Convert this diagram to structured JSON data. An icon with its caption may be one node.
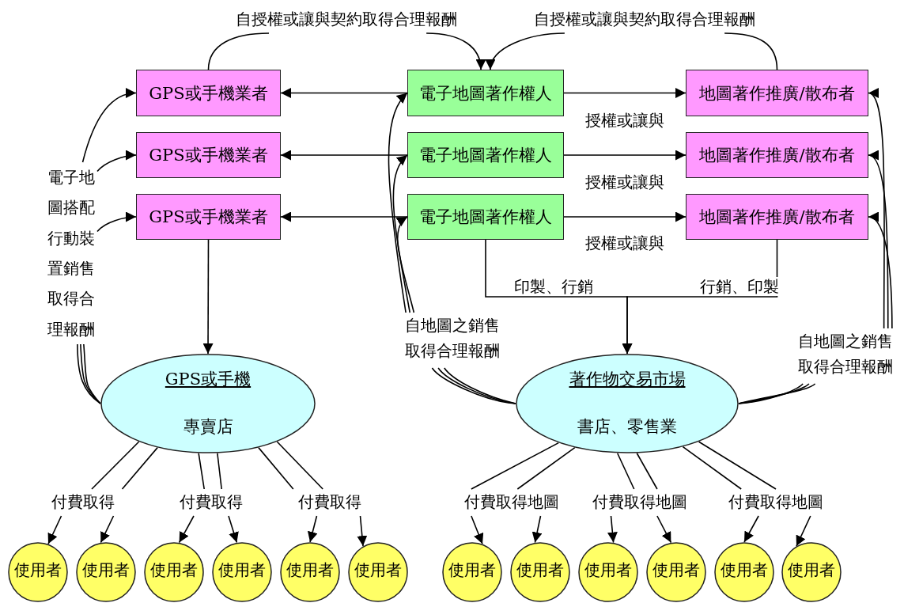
{
  "diagram": {
    "nodes": [
      {
        "text": [
          "GPS或手機業者"
        ]
      },
      {
        "text": [
          "GPS或手機業者"
        ]
      },
      {
        "text": [
          "GPS或手機業者"
        ]
      },
      {
        "text": [
          "電子地圖著作權人"
        ]
      },
      {
        "text": [
          "電子地圖著作權人"
        ]
      },
      {
        "text": [
          "電子地圖著作權人"
        ]
      },
      {
        "text": [
          "地圖著作推廣/散布者"
        ]
      },
      {
        "text": [
          "地圖著作推廣/散布者"
        ]
      },
      {
        "text": [
          "地圖著作推廣/散布者"
        ]
      },
      {
        "text": [
          "GPS或手機",
          "專賣店"
        ]
      },
      {
        "text": [
          "著作物交易市場",
          "書店、零售業"
        ]
      },
      {
        "text": [
          "使用者"
        ]
      },
      {
        "text": [
          "使用者"
        ]
      },
      {
        "text": [
          "使用者"
        ]
      },
      {
        "text": [
          "使用者"
        ]
      },
      {
        "text": [
          "使用者"
        ]
      },
      {
        "text": [
          "使用者"
        ]
      },
      {
        "text": [
          "使用者"
        ]
      },
      {
        "text": [
          "使用者"
        ]
      },
      {
        "text": [
          "使用者"
        ]
      },
      {
        "text": [
          "使用者"
        ]
      },
      {
        "text": [
          "使用者"
        ]
      },
      {
        "text": [
          "使用者"
        ]
      },
      {
        "text": [
          "自授權或讓與契約取得合理報酬"
        ]
      },
      {
        "text": [
          "自授權或讓與契約取得合理報酬"
        ]
      },
      {
        "text": [
          "電子地圖搭配行動裝置銷售取得合理報酬"
        ]
      },
      {
        "text": [
          "自地圖之銷售取得合理報酬"
        ]
      },
      {
        "text": [
          "自地圖之銷售取得合理報酬"
        ]
      },
      {
        "text": [
          "付費取得"
        ]
      },
      {
        "text": [
          "付費取得"
        ]
      },
      {
        "text": [
          "付費取得"
        ]
      },
      {
        "text": [
          "付費取得地圖"
        ]
      },
      {
        "text": [
          "付費取得地圖"
        ]
      },
      {
        "text": [
          "付費取得地圖"
        ]
      }
    ],
    "edges": [
      {
        "from": 3,
        "to": 0,
        "arrow": "to"
      },
      {
        "from": 4,
        "to": 1,
        "arrow": "to"
      },
      {
        "from": 5,
        "to": 2,
        "arrow": "to"
      },
      {
        "from": 3,
        "to": 6,
        "arrow": "to",
        "label": "授權或讓與"
      },
      {
        "from": 4,
        "to": 7,
        "arrow": "to",
        "label": "授權或讓與"
      },
      {
        "from": 5,
        "to": 8,
        "arrow": "to",
        "label": "授權或讓與"
      },
      {
        "from": 2,
        "to": 9,
        "arrow": "to"
      },
      {
        "from": 5,
        "to": 10,
        "arrow": "to",
        "label": "印製、行銷"
      },
      {
        "from": 8,
        "to": 10,
        "arrow": "to",
        "label": "行銷、印製"
      },
      {
        "from": 0,
        "to": 23,
        "arrow": "none"
      },
      {
        "from": 23,
        "to": 3,
        "arrow": "to"
      },
      {
        "from": 6,
        "to": 24,
        "arrow": "none"
      },
      {
        "from": 24,
        "to": 3,
        "arrow": "to"
      },
      {
        "from": 25,
        "to": 0,
        "arrow": "to"
      },
      {
        "from": 25,
        "to": 1,
        "arrow": "to"
      },
      {
        "from": 25,
        "to": 2,
        "arrow": "to"
      },
      {
        "from": 9,
        "to": 25,
        "arrow": "none"
      },
      {
        "from": 9,
        "to": 25,
        "arrow": "none"
      },
      {
        "from": 9,
        "to": 25,
        "arrow": "none"
      },
      {
        "from": 26,
        "to": 3,
        "arrow": "to"
      },
      {
        "from": 26,
        "to": 4,
        "arrow": "to"
      },
      {
        "from": 26,
        "to": 5,
        "arrow": "to"
      },
      {
        "from": 10,
        "to": 26,
        "arrow": "none"
      },
      {
        "from": 10,
        "to": 26,
        "arrow": "none"
      },
      {
        "from": 10,
        "to": 26,
        "arrow": "none"
      },
      {
        "from": 27,
        "to": 6,
        "arrow": "to"
      },
      {
        "from": 27,
        "to": 7,
        "arrow": "to"
      },
      {
        "from": 27,
        "to": 8,
        "arrow": "to"
      },
      {
        "from": 10,
        "to": 27,
        "arrow": "none"
      },
      {
        "from": 10,
        "to": 27,
        "arrow": "none"
      },
      {
        "from": 10,
        "to": 27,
        "arrow": "none"
      },
      {
        "from": 9,
        "to": 28,
        "arrow": "none"
      },
      {
        "from": 9,
        "to": 28,
        "arrow": "none"
      },
      {
        "from": 9,
        "to": 29,
        "arrow": "none"
      },
      {
        "from": 9,
        "to": 29,
        "arrow": "none"
      },
      {
        "from": 9,
        "to": 30,
        "arrow": "none"
      },
      {
        "from": 9,
        "to": 30,
        "arrow": "none"
      },
      {
        "from": 28,
        "to": 11,
        "arrow": "to"
      },
      {
        "from": 28,
        "to": 12,
        "arrow": "to"
      },
      {
        "from": 29,
        "to": 13,
        "arrow": "to"
      },
      {
        "from": 29,
        "to": 14,
        "arrow": "to"
      },
      {
        "from": 30,
        "to": 15,
        "arrow": "to"
      },
      {
        "from": 30,
        "to": 16,
        "arrow": "to"
      },
      {
        "from": 10,
        "to": 31,
        "arrow": "none"
      },
      {
        "from": 10,
        "to": 31,
        "arrow": "none"
      },
      {
        "from": 10,
        "to": 32,
        "arrow": "none"
      },
      {
        "from": 10,
        "to": 32,
        "arrow": "none"
      },
      {
        "from": 10,
        "to": 33,
        "arrow": "none"
      },
      {
        "from": 10,
        "to": 33,
        "arrow": "none"
      },
      {
        "from": 31,
        "to": 17,
        "arrow": "to"
      },
      {
        "from": 31,
        "to": 18,
        "arrow": "to"
      },
      {
        "from": 32,
        "to": 19,
        "arrow": "to"
      },
      {
        "from": 32,
        "to": 20,
        "arrow": "to"
      },
      {
        "from": 33,
        "to": 21,
        "arrow": "to"
      },
      {
        "from": 33,
        "to": 22,
        "arrow": "to"
      }
    ]
  }
}
